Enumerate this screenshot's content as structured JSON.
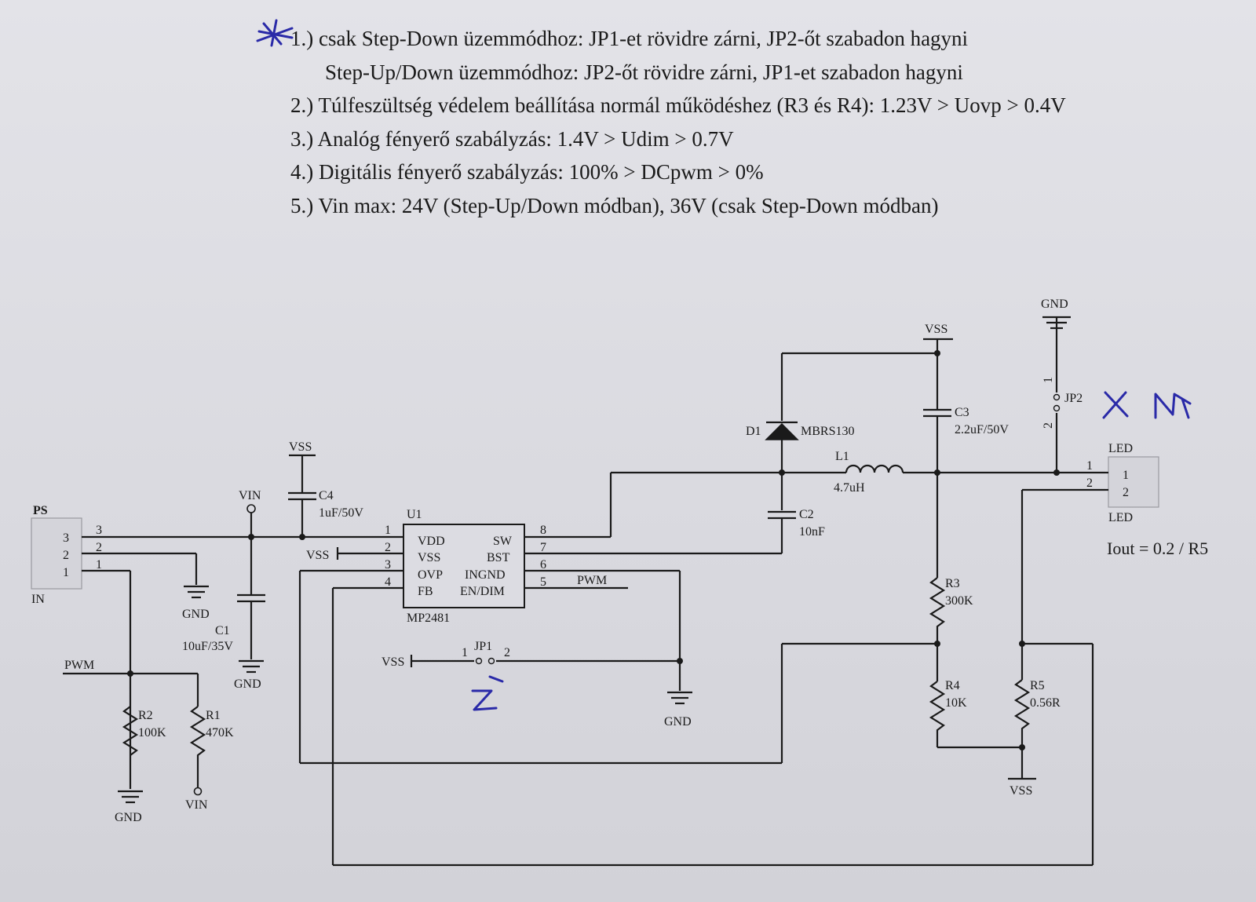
{
  "notes": [
    "1.) csak Step-Down üzemmódhoz: JP1-et rövidre zárni, JP2-őt szabadon hagyni",
    "Step-Up/Down üzemmódhoz: JP2-őt rövidre zárni, JP1-et szabadon hagyni",
    "2.) Túlfeszültség védelem beállítása normál működéshez (R3 és R4): 1.23V > Uovp > 0.4V",
    "3.) Analóg fényerő szabályzás: 1.4V > Udim > 0.7V",
    "4.) Digitális fényerő szabályzás: 100% > DCpwm > 0%",
    "5.) Vin max: 24V (Step-Up/Down módban), 36V (csak Step-Down módban)"
  ],
  "connector_in": {
    "name": "PS",
    "label": "IN",
    "pins": [
      "3",
      "2",
      "1"
    ],
    "pin_numbers": [
      "3",
      "2",
      "1"
    ]
  },
  "connector_led": {
    "name": "LED",
    "label": "LED",
    "pins": [
      "1",
      "2"
    ],
    "pin_numbers": [
      "1",
      "2"
    ]
  },
  "ic": {
    "ref": "U1",
    "part": "MP2481",
    "left_pins": [
      {
        "num": "1",
        "name": "VDD"
      },
      {
        "num": "2",
        "name": "VSS"
      },
      {
        "num": "3",
        "name": "OVP"
      },
      {
        "num": "4",
        "name": "FB"
      }
    ],
    "right_pins": [
      {
        "num": "8",
        "name": "SW"
      },
      {
        "num": "7",
        "name": "BST"
      },
      {
        "num": "6",
        "name": "INGND"
      },
      {
        "num": "5",
        "name": "EN/DIM"
      }
    ]
  },
  "components": {
    "c1": {
      "ref": "C1",
      "value": "10uF/35V"
    },
    "c2": {
      "ref": "C2",
      "value": "10nF"
    },
    "c3": {
      "ref": "C3",
      "value": "2.2uF/50V"
    },
    "c4": {
      "ref": "C4",
      "value": "1uF/50V"
    },
    "d1": {
      "ref": "D1",
      "value": "MBRS130"
    },
    "l1": {
      "ref": "L1",
      "value": "4.7uH"
    },
    "r1": {
      "ref": "R1",
      "value": "470K"
    },
    "r2": {
      "ref": "R2",
      "value": "100K"
    },
    "r3": {
      "ref": "R3",
      "value": "300K"
    },
    "r4": {
      "ref": "R4",
      "value": "10K"
    },
    "r5": {
      "ref": "R5",
      "value": "0.56R"
    },
    "jp1": {
      "ref": "JP1",
      "pin_a": "1",
      "pin_b": "2"
    },
    "jp2": {
      "ref": "JP2",
      "pin_a": "1",
      "pin_b": "2"
    }
  },
  "nets": {
    "vss": "VSS",
    "vin": "VIN",
    "gnd": "GND",
    "pwm": "PWM"
  },
  "formula": "Iout = 0.2 / R5",
  "handwriting": {
    "star_mark": "*",
    "jp2_mark": "X N",
    "jp1_mark": "Z"
  },
  "colors": {
    "ink": "#2a2aa8",
    "line": "#1a1a1a"
  }
}
